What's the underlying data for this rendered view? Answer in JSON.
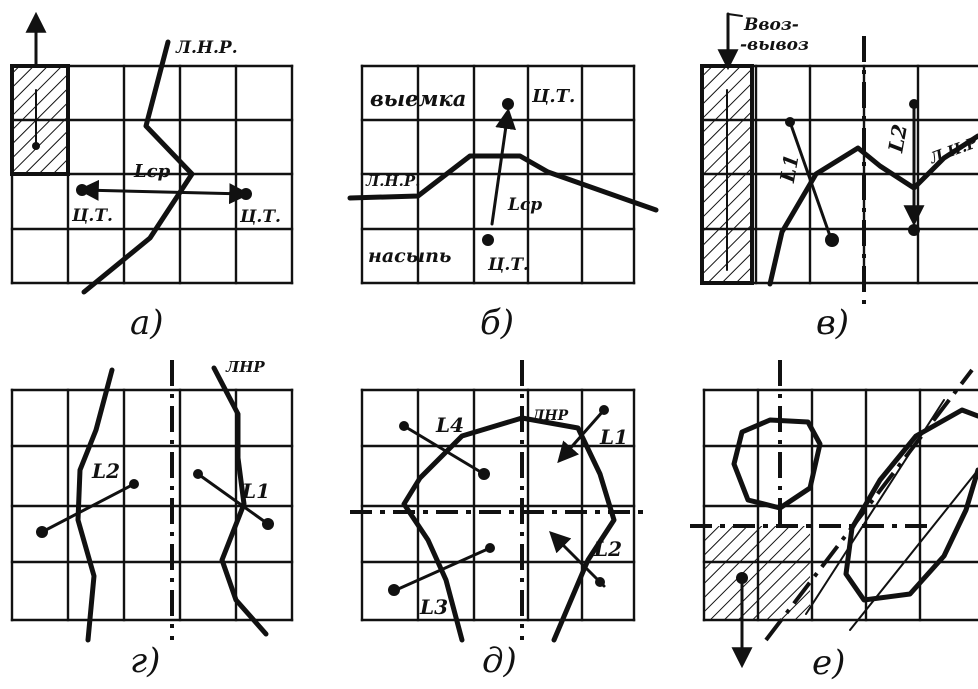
{
  "panels": {
    "a": {
      "caption": "а)",
      "line_label": "Л.Н.Р.",
      "cog_left": "Ц.Т.",
      "cog_right": "Ц.Т.",
      "distance": "Lср"
    },
    "b": {
      "caption": "б)",
      "cut_label": "выемка",
      "fill_label": "насыпь",
      "line_label": "Л.Н.Р.",
      "cog_top": "Ц.Т.",
      "cog_bottom": "Ц.Т.",
      "distance": "Lср"
    },
    "v": {
      "caption": "в)",
      "note_line1": "Ввоз-",
      "note_line2": "-вывоз",
      "line_label": "Л.Н.Р.",
      "dist_1": "L1",
      "dist_2": "L2"
    },
    "g": {
      "caption": "г)",
      "line_label": "ЛНР",
      "dist_2": "L2",
      "dist_1": "L1"
    },
    "d": {
      "caption": "д)",
      "line_label": "ЛНР",
      "dist_4": "L4",
      "dist_1": "L1",
      "dist_2": "L2",
      "dist_3": "L3"
    },
    "e": {
      "caption": "е)"
    }
  },
  "colors": {
    "ink": "#111111",
    "paper": "#ffffff"
  }
}
